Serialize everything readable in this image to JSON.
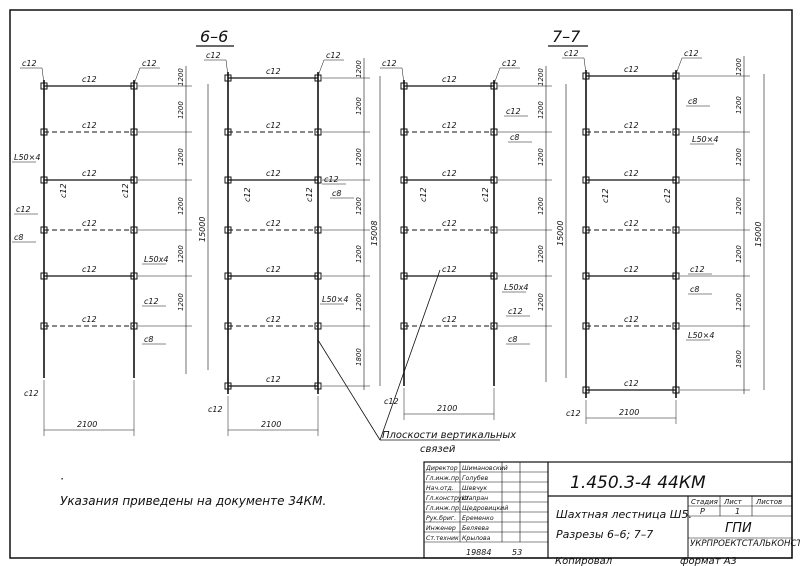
{
  "sections": {
    "left_title": "6–6",
    "right_title": "7–7"
  },
  "labels": {
    "c12": "с12",
    "c8": "с8",
    "angle": "L50×4",
    "angle_alt": "L50x4",
    "leader": "Плоскости вертикальных",
    "leader2": "связей"
  },
  "dims": {
    "width": "2100",
    "d1200": "1200",
    "d1800": "1800",
    "d15000": "15000",
    "d15000b": "15008"
  },
  "note": "Указания приведены на документе 34КМ.",
  "title_block": {
    "doc_code": "1.450.3-4 44КМ",
    "title_line1": "Шахтная лестница Ш5.",
    "title_line2": "Разрезы 6–6; 7–7",
    "stage_label": "Стадия",
    "sheet_label": "Лист",
    "sheets_label": "Листов",
    "stage": "Р",
    "sheet": "1",
    "org1": "ГПИ",
    "org2": "УКРПРОЕКТСТАЛЬКОНСТРУКЦИЯ",
    "roles": [
      "Директор",
      "Гл.инж.пр.",
      "Нач.отд.",
      "Гл.конструкт.",
      "Гл.инж.пр.",
      "Рук.бриг.",
      "Инженер",
      "Ст.техник"
    ],
    "names": [
      "Шимановский",
      "Голубев",
      "Шевчук",
      "Шапран",
      "Щедровицкий",
      "Еременко",
      "Беляева",
      "Крылова"
    ],
    "bottom_num1": "19884",
    "bottom_num2": "53"
  },
  "footer": {
    "copied": "Копировал",
    "format": "формат А3"
  }
}
